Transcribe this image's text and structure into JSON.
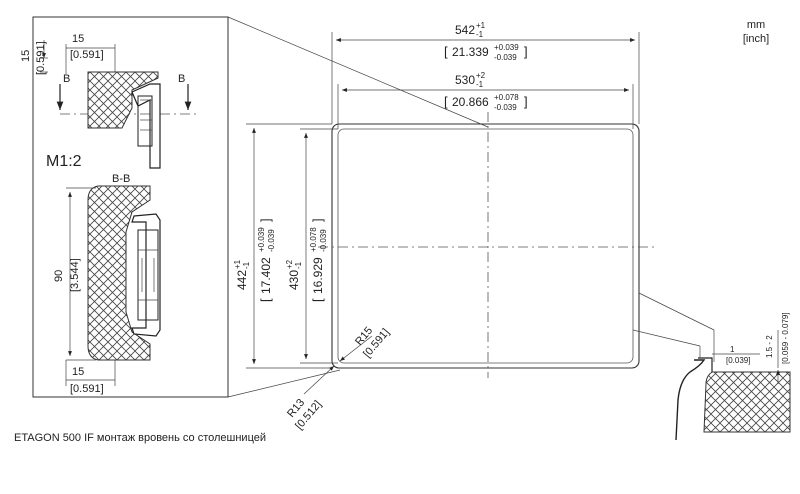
{
  "units": {
    "primary": "mm",
    "secondary": "[inch]"
  },
  "detail": {
    "top_vertical": {
      "value": "15",
      "inch": "[0.591]"
    },
    "top_horizontal": {
      "value": "15",
      "inch": "[0.591]"
    },
    "section_marker_left": "B",
    "section_marker_right": "B",
    "scale": "M1:2",
    "section_title": "B-B",
    "height": {
      "value": "90",
      "inch": "[3.544]"
    },
    "bottom_horizontal": {
      "value": "15",
      "inch": "[0.591]"
    }
  },
  "main": {
    "outer_width": {
      "value": "542",
      "tol_upper": "+1",
      "tol_lower": "-1",
      "inch": "21.339",
      "inch_upper": "+0.039",
      "inch_lower": "-0.039"
    },
    "inner_width": {
      "value": "530",
      "tol_upper": "+2",
      "tol_lower": "-1",
      "inch": "20.866",
      "inch_upper": "+0.078",
      "inch_lower": "-0.039"
    },
    "outer_height": {
      "value": "442",
      "tol_upper": "+1",
      "tol_lower": "-1",
      "inch": "17.402",
      "inch_upper": "+0.039",
      "inch_lower": "-0.039"
    },
    "inner_height": {
      "value": "430",
      "tol_upper": "+2",
      "tol_lower": "-1",
      "inch": "16.929",
      "inch_upper": "+0.078",
      "inch_lower": "-0.039"
    },
    "inner_radius": {
      "value": "R15",
      "inch": "[0.591]"
    },
    "outer_radius": {
      "value": "R13",
      "inch": "[0.512]"
    }
  },
  "edge_detail": {
    "gap": {
      "value": "1",
      "inch": "[0.039]"
    },
    "depth": {
      "value": "1.5 - 2",
      "inch": "[0.059 - 0.079]"
    }
  },
  "caption": "ETAGON 500 IF монтаж вровень со столешницей"
}
